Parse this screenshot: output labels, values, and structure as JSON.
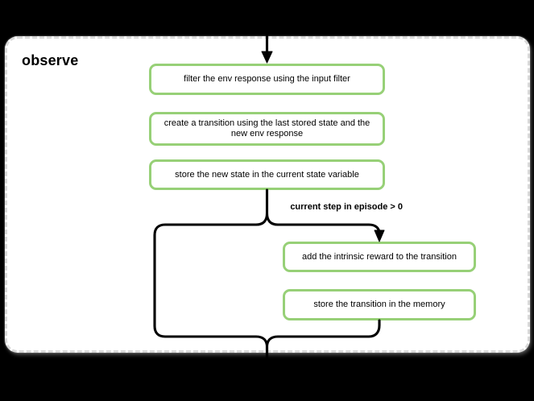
{
  "canvas": {
    "background": "#000000"
  },
  "frame": {
    "title": "observe",
    "fill": "#ffffff",
    "border_color": "#d9d9d9",
    "border_style": "dashed"
  },
  "palette": {
    "node_border_green": "#97d077",
    "node_fill": "#ffffff",
    "connector_color": "#000000",
    "text_color": "#000000"
  },
  "nodes": [
    {
      "id": "filter-env-response",
      "label": "filter the env response using the input filter"
    },
    {
      "id": "create-transition",
      "label": "create a transition using the last stored state and the new env response"
    },
    {
      "id": "store-new-state",
      "label": "store the new state in the current state variable"
    },
    {
      "id": "add-intrinsic-reward",
      "label": "add the intrinsic reward to the transition"
    },
    {
      "id": "store-transition",
      "label": "store the transition in the memory"
    }
  ],
  "condition": {
    "label": "current step in episode > 0"
  }
}
